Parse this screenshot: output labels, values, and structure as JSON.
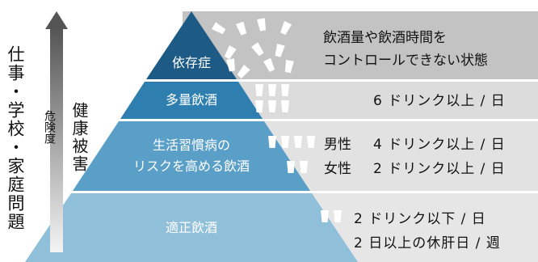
{
  "side": {
    "outer_label": "仕事・学校・家庭問題",
    "inner_label": "健康被害",
    "arrow_label": "危険度"
  },
  "tiers": [
    {
      "label": "依存症",
      "description_lines": [
        "飲酒量や飲酒時間を",
        "コントロールできない状態"
      ],
      "color": "#1d5b86"
    },
    {
      "label": "多量飲酒",
      "description_lines": [
        "6 ドリンク以上 / 日"
      ],
      "color": "#2e7fb0"
    },
    {
      "label_lines": [
        "生活習慣病の",
        "リスクを高める飲酒"
      ],
      "rows": [
        {
          "sex": "男性",
          "amount": "4 ドリンク以上 / 日"
        },
        {
          "sex": "女性",
          "amount": "2 ドリンク以上 / 日"
        }
      ],
      "color": "#5a9fc8"
    },
    {
      "label": "適正飲酒",
      "description_lines": [
        "2 ドリンク以下 / 日",
        "2 日以上の休肝日 / 週"
      ],
      "color": "#8fbfd9"
    }
  ],
  "icons": {
    "glass": "drink-glass-icon",
    "tier2_glasses": 6,
    "tier3_male_glasses": 4,
    "tier3_female_glasses": 2,
    "tier4_glasses": 2
  },
  "colors": {
    "band_gray": "#dedede",
    "band_top": "#bfbfbf",
    "arrow_dark": "#555555",
    "arrow_light": "#f2f2f2"
  }
}
